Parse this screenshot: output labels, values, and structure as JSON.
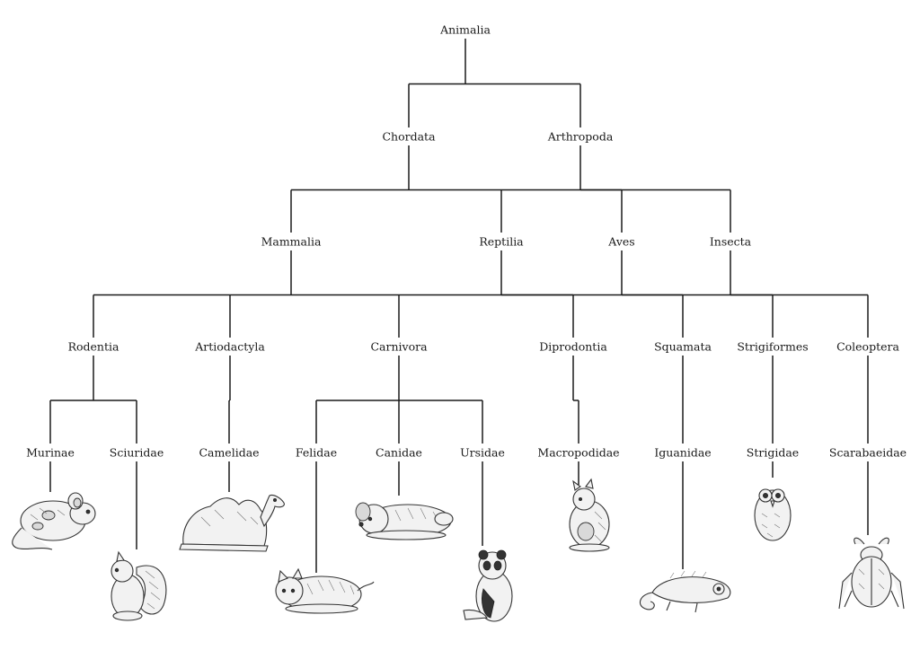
{
  "tree": {
    "root": "Animalia",
    "nodes": [
      {
        "id": "animalia",
        "label": "Animalia"
      },
      {
        "id": "chordata",
        "label": "Chordata",
        "parent": "animalia"
      },
      {
        "id": "arthropoda",
        "label": "Arthropoda",
        "parent": "animalia"
      },
      {
        "id": "mammalia",
        "label": "Mammalia",
        "parent": "chordata"
      },
      {
        "id": "reptilia",
        "label": "Reptilia",
        "parent": "chordata"
      },
      {
        "id": "aves",
        "label": "Aves",
        "parent": "chordata"
      },
      {
        "id": "insecta",
        "label": "Insecta",
        "parent": "arthropoda"
      },
      {
        "id": "rodentia",
        "label": "Rodentia",
        "parent": "mammalia"
      },
      {
        "id": "artiodactyla",
        "label": "Artiodactyla",
        "parent": "mammalia"
      },
      {
        "id": "carnivora",
        "label": "Carnivora",
        "parent": "mammalia"
      },
      {
        "id": "diprodontia",
        "label": "Diprodontia",
        "parent": "mammalia"
      },
      {
        "id": "squamata",
        "label": "Squamata",
        "parent": "reptilia"
      },
      {
        "id": "strigiformes",
        "label": "Strigiformes",
        "parent": "aves"
      },
      {
        "id": "coleoptera",
        "label": "Coleoptera",
        "parent": "insecta"
      },
      {
        "id": "murinae",
        "label": "Murinae",
        "parent": "rodentia",
        "illustration": "mouse-illustration"
      },
      {
        "id": "sciuridae",
        "label": "Sciuridae",
        "parent": "rodentia",
        "illustration": "squirrel-illustration"
      },
      {
        "id": "camelidae",
        "label": "Camelidae",
        "parent": "artiodactyla",
        "illustration": "camel-illustration"
      },
      {
        "id": "felidae",
        "label": "Felidae",
        "parent": "carnivora",
        "illustration": "cat-illustration"
      },
      {
        "id": "canidae",
        "label": "Canidae",
        "parent": "carnivora",
        "illustration": "dog-illustration"
      },
      {
        "id": "ursidae",
        "label": "Ursidae",
        "parent": "carnivora",
        "illustration": "panda-illustration"
      },
      {
        "id": "macropodidae",
        "label": "Macropodidae",
        "parent": "diprodontia",
        "illustration": "kangaroo-illustration"
      },
      {
        "id": "iguanidae",
        "label": "Iguanidae",
        "parent": "squamata",
        "illustration": "chameleon-illustration"
      },
      {
        "id": "strigidae",
        "label": "Strigidae",
        "parent": "strigiformes",
        "illustration": "owl-illustration"
      },
      {
        "id": "scarabaeidae",
        "label": "Scarabaeidae",
        "parent": "coleoptera",
        "illustration": "beetle-illustration"
      }
    ]
  },
  "colors": {
    "line": "#1a1a1a",
    "background": "#ffffff"
  }
}
